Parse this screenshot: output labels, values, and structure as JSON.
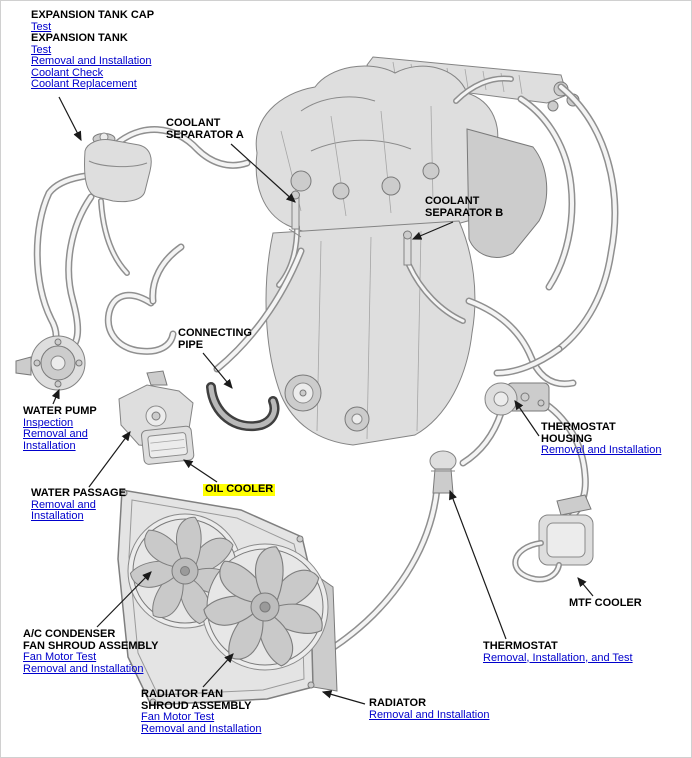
{
  "page": {
    "background": "#ffffff"
  },
  "colors": {
    "link": "#0000cc",
    "highlight": "#ffff00",
    "label_text": "#000000"
  },
  "labels": {
    "expansion_tank_cap": {
      "title": "EXPANSION TANK CAP",
      "link_test": "Test"
    },
    "expansion_tank": {
      "title": "EXPANSION TANK",
      "link_test": "Test",
      "link_removal": "Removal and Installation",
      "link_coolant_check": "Coolant Check",
      "link_coolant_replacement": "Coolant Replacement"
    },
    "coolant_separator_a": {
      "title": "COOLANT\nSEPARATOR A"
    },
    "coolant_separator_b": {
      "title": "COOLANT\nSEPARATOR B"
    },
    "connecting_pipe": {
      "title": "CONNECTING\nPIPE"
    },
    "water_pump": {
      "title": "WATER PUMP",
      "link_inspection": "Inspection",
      "link_removal": "Removal and\nInstallation"
    },
    "water_passage": {
      "title": "WATER PASSAGE",
      "link_removal": "Removal and\nInstallation"
    },
    "oil_cooler": {
      "title": "OIL COOLER"
    },
    "thermostat_housing": {
      "title": "THERMOSTAT\nHOUSING",
      "link_removal": "Removal and Installation"
    },
    "mtf_cooler": {
      "title": "MTF COOLER"
    },
    "ac_condenser_fan_shroud": {
      "title": "A/C CONDENSER\nFAN SHROUD ASSEMBLY",
      "link_fan_motor_test": "Fan Motor Test",
      "link_removal": "Removal and Installation"
    },
    "radiator_fan_shroud": {
      "title": "RADIATOR FAN\nSHROUD ASSEMBLY",
      "link_fan_motor_test": "Fan Motor Test",
      "link_removal": "Removal and Installation"
    },
    "thermostat": {
      "title": "THERMOSTAT",
      "link_removal": "Removal, Installation, and Test"
    },
    "radiator": {
      "title": "RADIATOR",
      "link_removal": "Removal and Installation"
    }
  }
}
